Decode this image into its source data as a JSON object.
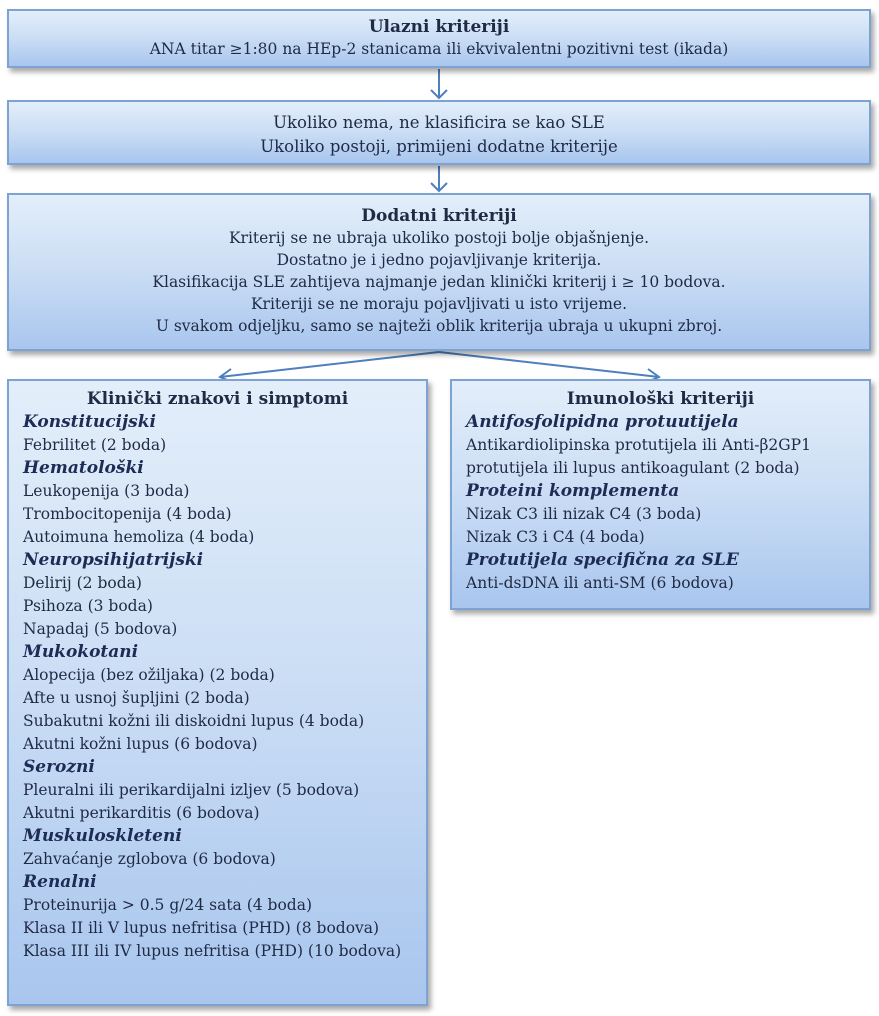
{
  "entry": {
    "title": "Ulazni kriteriji",
    "text": "ANA titar ≥1:80 na HEp-2 stanicama ili ekvivalentni pozitivni test (ikada)"
  },
  "decision": {
    "line1": "Ukoliko nema, ne klasificira se kao SLE",
    "line2": "Ukoliko postoji, primijeni dodatne kriterije"
  },
  "additional": {
    "title": "Dodatni kriteriji",
    "lines": [
      "Kriterij se ne ubraja ukoliko postoji bolje objašnjenje.",
      "Dostatno je i jedno pojavljivanje kriterija.",
      "Klasifikacija SLE zahtijeva najmanje jedan klinički kriterij i ≥ 10 bodova.",
      "Kriteriji se ne moraju pojavljivati u isto vrijeme.",
      "U svakom odjeljku, samo se najteži oblik kriterija ubraja u ukupni zbroj."
    ]
  },
  "clinical": {
    "title": "Klinički znakovi i simptomi",
    "sections": [
      {
        "name": "Konstitucijski",
        "items": [
          "Febrilitet  (2 boda)"
        ]
      },
      {
        "name": "Hematološki",
        "items": [
          "Leukopenija (3 boda)",
          "Trombocitopenija (4 boda)",
          "Autoimuna hemoliza (4 boda)"
        ]
      },
      {
        "name": "Neuropsihijatrijski",
        "items": [
          "Delirij (2 boda)",
          "Psihoza (3 boda)",
          "Napadaj (5 bodova)"
        ]
      },
      {
        "name": "Mukokotani",
        "items": [
          "Alopecija (bez ožiljaka) (2 boda)",
          "Afte u usnoj šupljini (2 boda)",
          "Subakutni kožni ili diskoidni lupus (4 boda)",
          "Akutni kožni lupus (6 bodova)"
        ]
      },
      {
        "name": "Serozni",
        "items": [
          "Pleuralni ili perikardijalni izljev (5 bodova)",
          "Akutni perikarditis (6 bodova)"
        ]
      },
      {
        "name": "Muskuloskleteni",
        "items": [
          "Zahvaćanje zglobova (6 bodova)"
        ]
      },
      {
        "name": "Renalni",
        "items": [
          "Proteinurija > 0.5 g/24 sata (4 boda)",
          "Klasa II ili V lupus nefritisa (PHD) (8 bodova)",
          "Klasa III ili IV lupus nefritisa (PHD) (10 bodova)"
        ]
      }
    ]
  },
  "immuno": {
    "title": "Imunološki kriteriji",
    "sections": [
      {
        "name": "Antifosfolipidna protuutijela",
        "items": [
          "Antikardiolipinska protutijela ili Anti-β2GP1",
          "protutijela ili lupus antikoagulant  (2 boda)"
        ]
      },
      {
        "name": "Proteini komplementa",
        "items": [
          "Nizak C3 ili nizak C4 (3 boda)",
          "Nizak C3 i C4 (4 boda)"
        ]
      },
      {
        "name": "Protutijela specifična  za SLE",
        "items": [
          "Anti-dsDNA ili anti-SM (6 bodova)"
        ]
      }
    ]
  }
}
